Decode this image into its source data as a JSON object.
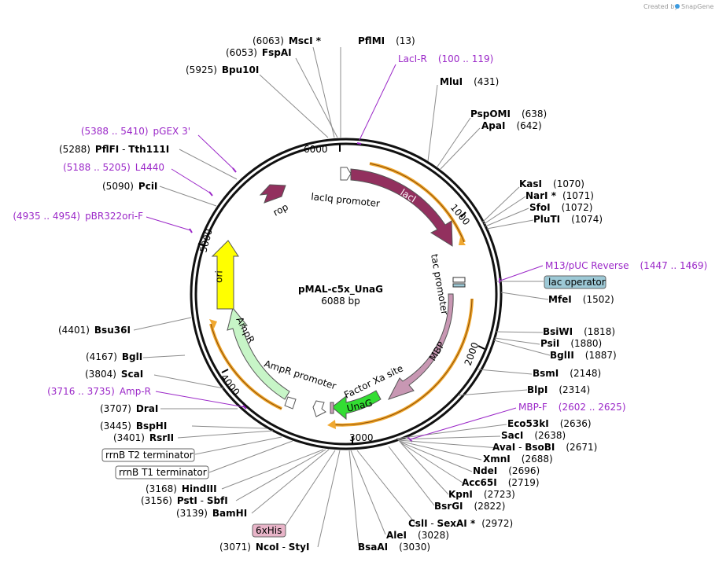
{
  "credit": {
    "prefix": "Created by",
    "brand": "SnapGene"
  },
  "plasmid": {
    "name": "pMAL-c5x_UnaG",
    "size": "6088 bp"
  },
  "ruler": [
    "1000",
    "2000",
    "3000",
    "4000",
    "5000",
    "6000"
  ],
  "features": {
    "laciq_promoter": "lacIq promoter",
    "laci": "lacI",
    "tac_promoter": "tac promoter",
    "mbp": "MBP",
    "factor_xa": "Factor Xa site",
    "unag": "UnaG",
    "ampr_promoter": "AmpR promoter",
    "ampr": "AmpR",
    "ori": "ori",
    "rop": "rop"
  },
  "right_labels": [
    {
      "name": "MscI",
      "star": " *",
      "pos": "(6063)"
    },
    {
      "name": "FspAI",
      "pos": "(6053)"
    },
    {
      "name": "PflMI",
      "pos": "(13)"
    },
    {
      "name": "Bpu10I",
      "pos": "(5925)"
    },
    {
      "name": "MluI",
      "pos": "(431)"
    },
    {
      "name": "PspOMI",
      "pos": "(638)"
    },
    {
      "name": "ApaI",
      "pos": "(642)"
    },
    {
      "name": "KasI",
      "pos": "(1070)"
    },
    {
      "name": "NarI",
      "star": " *",
      "pos": "(1071)"
    },
    {
      "name": "SfoI",
      "pos": "(1072)"
    },
    {
      "name": "PluTI",
      "pos": "(1074)"
    },
    {
      "name": "MfeI",
      "pos": "(1502)"
    },
    {
      "name": "BsiWI",
      "pos": "(1818)"
    },
    {
      "name": "PsiI",
      "pos": "(1880)"
    },
    {
      "name": "BglII",
      "pos": "(1887)"
    },
    {
      "name": "BsmI",
      "pos": "(2148)"
    },
    {
      "name": "BlpI",
      "pos": "(2314)"
    },
    {
      "name": "Eco53kI",
      "pos": "(2636)"
    },
    {
      "name": "SacI",
      "pos": "(2638)"
    },
    {
      "name": "AvaI",
      "sep": " - ",
      "name2": "BsoBI",
      "pos": "(2671)"
    },
    {
      "name": "XmnI",
      "pos": "(2688)"
    },
    {
      "name": "NdeI",
      "pos": "(2696)"
    },
    {
      "name": "Acc65I",
      "pos": "(2719)"
    },
    {
      "name": "KpnI",
      "pos": "(2723)"
    },
    {
      "name": "BsrGI",
      "pos": "(2822)"
    },
    {
      "name": "CslI",
      "sep": " - ",
      "name2": "SexAI",
      "star": " *",
      "pos": "(2972)"
    },
    {
      "name": "AleI",
      "pos": "(3028)"
    },
    {
      "name": "BsaAI",
      "pos": "(3030)"
    }
  ],
  "left_labels": [
    {
      "name": "PflFI",
      "sep": " - ",
      "name2": "Tth111I",
      "pos": "(5288)"
    },
    {
      "name": "PciI",
      "pos": "(5090)"
    },
    {
      "name": "Bsu36I",
      "pos": "(4401)"
    },
    {
      "name": "BglI",
      "pos": "(4167)"
    },
    {
      "name": "ScaI",
      "pos": "(3804)"
    },
    {
      "name": "DraI",
      "pos": "(3707)"
    },
    {
      "name": "BspHI",
      "pos": "(3445)"
    },
    {
      "name": "RsrII",
      "pos": "(3401)"
    },
    {
      "name": "HindIII",
      "pos": "(3168)"
    },
    {
      "name": "PstI",
      "sep": " - ",
      "name2": "SbfI",
      "pos": "(3156)"
    },
    {
      "name": "BamHI",
      "pos": "(3139)"
    },
    {
      "name": "NcoI",
      "sep": " - ",
      "name2": "StyI",
      "pos": "(3071)"
    }
  ],
  "primers": [
    {
      "name": "LacI-R",
      "range": "(100 .. 119)"
    },
    {
      "name": "pGEX 3'",
      "range": "(5388 .. 5410)"
    },
    {
      "name": "L4440",
      "range": "(5188 .. 5205)"
    },
    {
      "name": "pBR322ori-F",
      "range": "(4935 .. 4954)"
    },
    {
      "name": "M13/pUC Reverse",
      "range": "(1447 .. 1469)"
    },
    {
      "name": "MBP-F",
      "range": "(2602 .. 2625)"
    },
    {
      "name": "Amp-R",
      "range": "(3716 .. 3735)"
    }
  ],
  "boxed": {
    "lac_operator": "lac operator",
    "rrnb_t2": "rrnB T2 terminator",
    "rrnb_t1": "rrnB T1 terminator",
    "his": "6xHis"
  },
  "colors": {
    "laci": "#92305e",
    "mbp": "#c897b3",
    "unag": "#33dd33",
    "ampr": "#c7f5c7",
    "ori": "#ffff00",
    "rop": "#92305e",
    "highlight": "#f0a830",
    "primer": "#9b28c8",
    "lac_operator_box": "#9dc9d6"
  }
}
